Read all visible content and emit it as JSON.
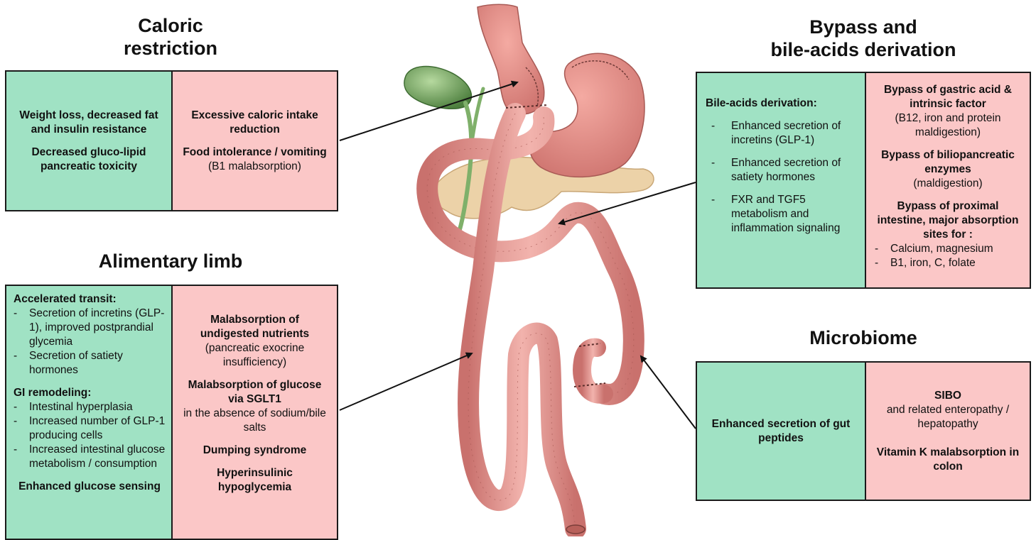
{
  "caloric": {
    "title": [
      "Caloric",
      "restriction"
    ],
    "green": {
      "p1": "Weight loss, decreased fat and insulin resistance",
      "p2": "Decreased gluco-lipid pancreatic toxicity"
    },
    "pink": {
      "h1": "Excessive caloric intake reduction",
      "h2": "Food intolerance / vomiting",
      "t2": "(B1 malabsorption)"
    }
  },
  "alimentary": {
    "title": "Alimentary limb",
    "green": {
      "h1": "Accelerated transit:",
      "items1": [
        "Secretion of incretins (GLP-1), improved postprandial glycemia",
        "Secretion of satiety hormones"
      ],
      "h2": "GI remodeling:",
      "items2": [
        "Intestinal hyperplasia",
        "Increased number of GLP-1 producing cells",
        "Increased intestinal glucose metabolism / consumption"
      ],
      "h3": "Enhanced glucose sensing"
    },
    "pink": {
      "h1": "Malabsorption of undigested nutrients",
      "t1": "(pancreatic exocrine insufficiency)",
      "h2": "Malabsorption of glucose via SGLT1",
      "t2": "in the absence of sodium/bile salts",
      "h3": "Dumping syndrome",
      "h4": "Hyperinsulinic hypoglycemia"
    }
  },
  "bypass": {
    "title": [
      "Bypass and",
      "bile-acids derivation"
    ],
    "green": {
      "h1": "Bile-acids derivation:",
      "items": [
        "Enhanced secretion of incretins (GLP-1)",
        "Enhanced secretion of satiety hormones",
        "FXR and TGF5 metabolism and inflammation signaling"
      ]
    },
    "pink": {
      "h1": "Bypass of gastric acid & intrinsic factor",
      "t1": "(B12, iron and protein maldigestion)",
      "h2": "Bypass of biliopancreatic enzymes",
      "t2": "(maldigestion)",
      "h3": "Bypass of proximal intestine, major absorption sites for :",
      "items": [
        "Calcium, magnesium",
        "B1, iron, C, folate"
      ]
    }
  },
  "microbiome": {
    "title": "Microbiome",
    "green": {
      "h1": "Enhanced secretion of gut peptides"
    },
    "pink": {
      "h1": "SIBO",
      "t1": "and related enteropathy / hepatopathy",
      "h2": "Vitamin K malabsorption in colon"
    }
  },
  "dash": "-",
  "colors": {
    "green": "#a0e2c4",
    "pink": "#fbc7c7",
    "intestine": "#e79a96",
    "gallbladder": "#7fb06a"
  },
  "icons": {
    "anatomy": "gastric-bypass-illustration"
  }
}
